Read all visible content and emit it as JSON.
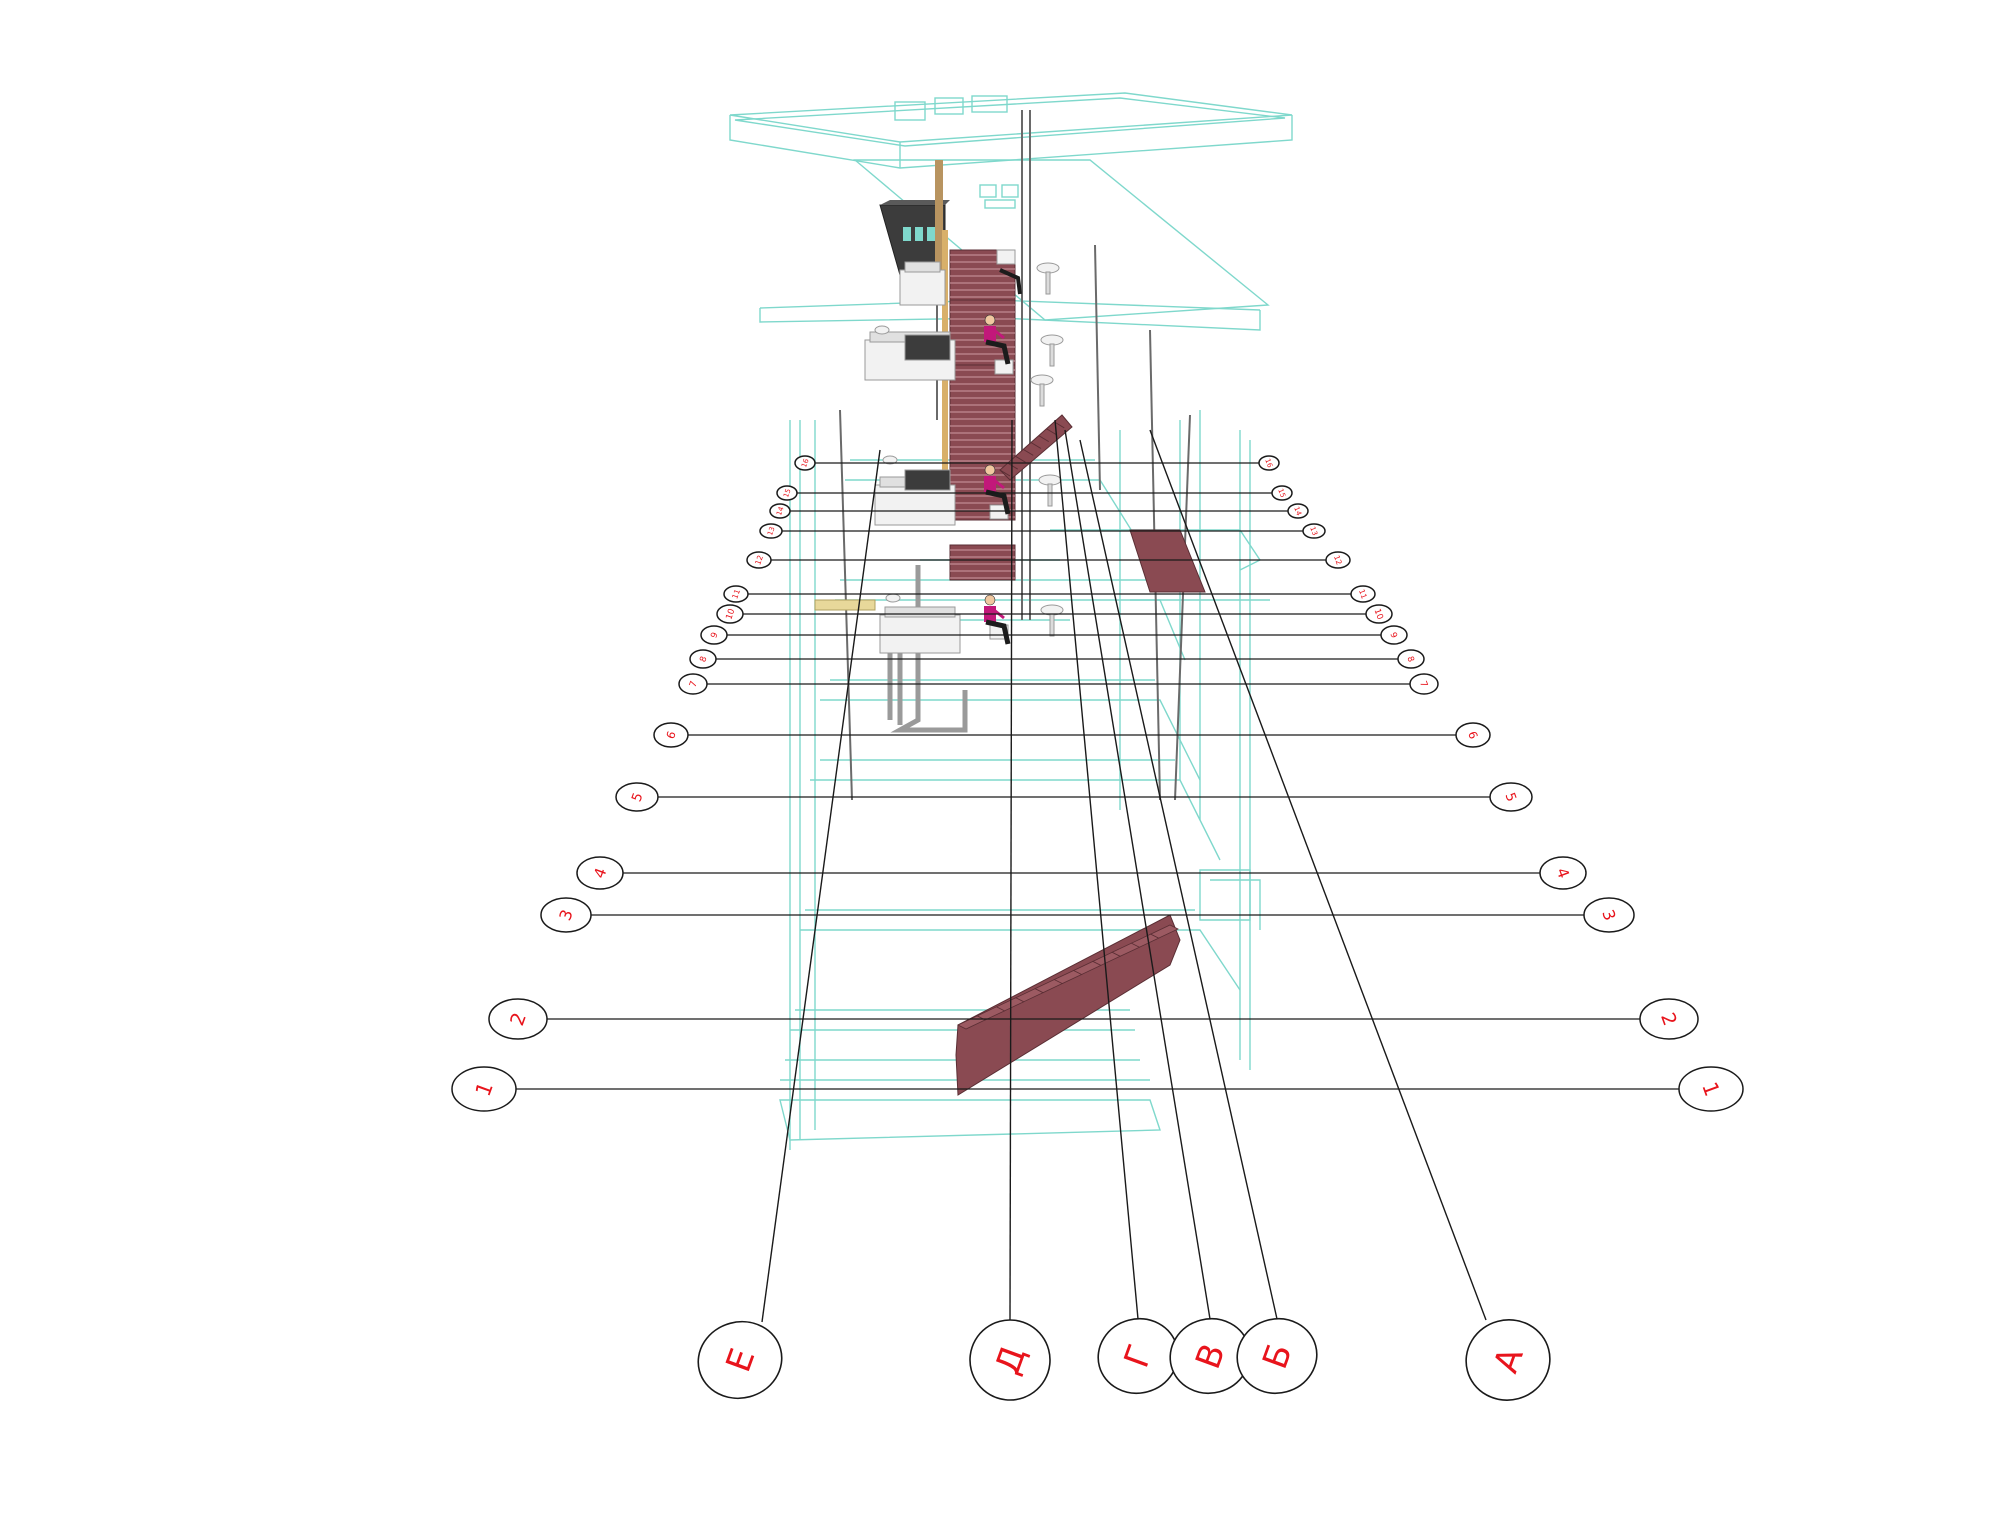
{
  "colors": {
    "background": "#ffffff",
    "grid_line": "#1a1a1a",
    "bubble_text": "#e8141c",
    "bubble_outline": "#1a1a1a",
    "wireframe": "#7fd8cc",
    "stair": "#8a4a52",
    "stair_dark": "#5a2e34",
    "person_shirt": "#c2187a",
    "person_pants": "#1c1c1c",
    "fixture": "#f2f2f2",
    "panel_dark": "#3c3c3c",
    "pipe": "#9a9a9a",
    "heater": "#e8d89a"
  },
  "row_axes": [
    {
      "label": "1"
    },
    {
      "label": "2"
    },
    {
      "label": "3"
    },
    {
      "label": "4"
    },
    {
      "label": "5"
    },
    {
      "label": "6"
    },
    {
      "label": "7"
    },
    {
      "label": "8"
    },
    {
      "label": "9"
    },
    {
      "label": "10"
    },
    {
      "label": "11"
    },
    {
      "label": "12"
    },
    {
      "label": "13"
    },
    {
      "label": "14"
    },
    {
      "label": "15"
    },
    {
      "label": "16"
    }
  ],
  "column_axes": [
    {
      "label": "Е"
    },
    {
      "label": "Д"
    },
    {
      "label": "Г"
    },
    {
      "label": "В"
    },
    {
      "label": "Б"
    },
    {
      "label": "А"
    }
  ]
}
